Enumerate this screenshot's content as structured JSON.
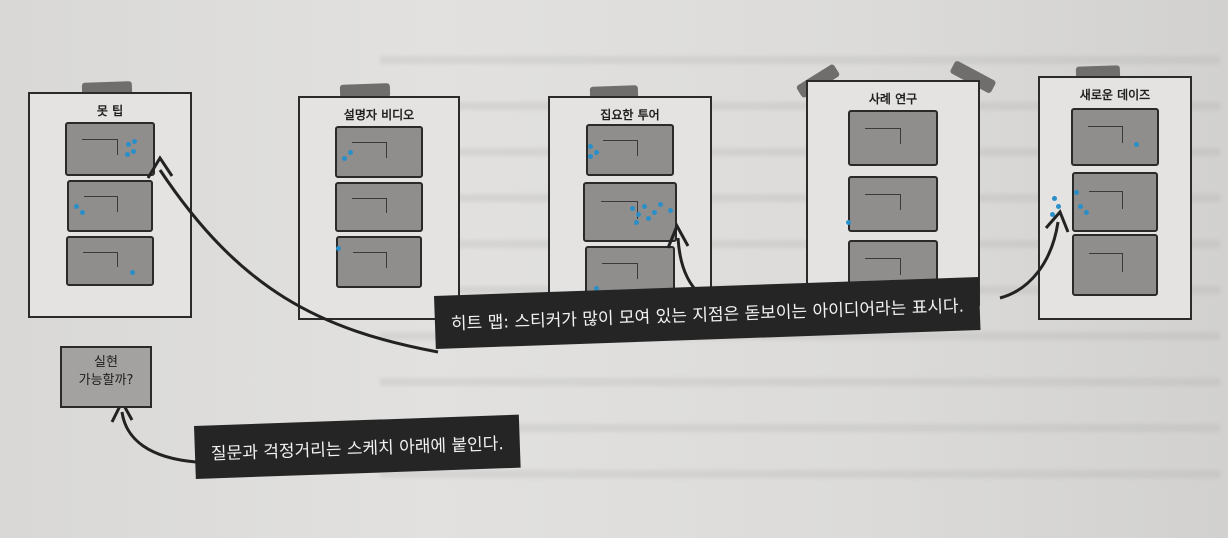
{
  "panels": [
    {
      "title": "못 팁"
    },
    {
      "title": "설명자 비디오"
    },
    {
      "title": "집요한 투어"
    },
    {
      "title": "사례 연구"
    },
    {
      "title": "새로운 데이즈"
    }
  ],
  "note": {
    "line1": "실현",
    "line2": "가능할까?"
  },
  "callouts": {
    "heatmap": "히트 맵: 스티커가 많이 모여 있는 지점은 돋보이는 아이디어라는 표시다.",
    "questions": "질문과 걱정거리는 스케치 아래에 붙인다."
  }
}
